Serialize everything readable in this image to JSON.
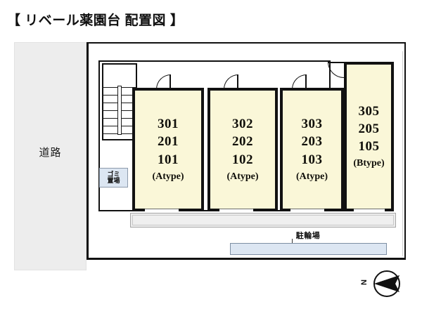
{
  "title": "【 リベール薬園台 配置図 】",
  "site": {
    "road_label": "道路",
    "trash_label_line1": "ゴミ",
    "trash_label_line2": "置場",
    "bike_parking_label": "駐輪場",
    "compass_label": "N"
  },
  "units": [
    {
      "id": "unit-a1",
      "floors": [
        "301",
        "201",
        "101"
      ],
      "type_label": "(Atype)"
    },
    {
      "id": "unit-a2",
      "floors": [
        "302",
        "202",
        "102"
      ],
      "type_label": "(Atype)"
    },
    {
      "id": "unit-a3",
      "floors": [
        "303",
        "203",
        "103"
      ],
      "type_label": "(Atype)"
    },
    {
      "id": "unit-b1",
      "floors": [
        "305",
        "205",
        "105"
      ],
      "type_label": "(Btype)"
    }
  ],
  "colors": {
    "unit_fill": "#faf7d8",
    "road_fill": "#ededed",
    "amenity_fill": "#dce6f2",
    "outline": "#111111",
    "veranda_fill": "#ececec"
  }
}
